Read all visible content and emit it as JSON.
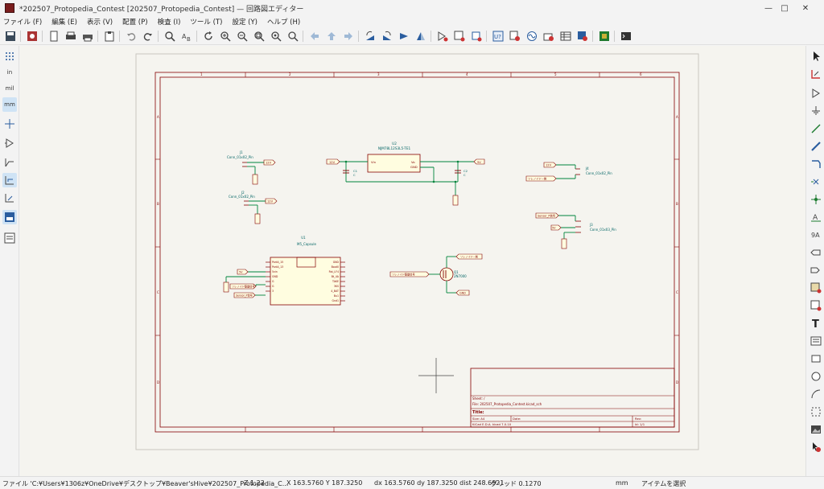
{
  "window": {
    "title": "*202507_Protopedia_Contest [202507_Protopedia_Contest] — 回路図エディター",
    "minimize": "—",
    "maximize": "□",
    "close": "✕"
  },
  "menu": [
    "ファイル (F)",
    "編集 (E)",
    "表示 (V)",
    "配置 (P)",
    "検査 (I)",
    "ツール (T)",
    "設定 (Y)",
    "ヘルプ (H)"
  ],
  "left_toolbar": {
    "in_label": "in",
    "mil_label": "mil",
    "mm_label": "mm"
  },
  "right_toolbar": {
    "text_tool": "T",
    "label_tool": "A"
  },
  "schematic": {
    "border_rows": [
      "A",
      "B",
      "C",
      "D"
    ],
    "border_cols": [
      "1",
      "2",
      "3",
      "4",
      "5",
      "6"
    ],
    "u2": {
      "ref": "U2",
      "value": "NJM78L12S3L5-TE1",
      "pin_vin": "Vin",
      "pin_vo": "Vo",
      "pin_gnd": "GND"
    },
    "u1": {
      "ref": "U1",
      "value": "M5_Capsule",
      "left_pins": [
        "PortA_15",
        "PortA_13",
        "5vin",
        "GND",
        "G",
        "G",
        "3"
      ],
      "right_pins": [
        "GND",
        "Boot0",
        "Rst_LF4",
        "Bt_4A",
        "TAKE",
        "3KS",
        "4_BAT",
        "Bu1",
        "Gnd1"
      ]
    },
    "j1": {
      "ref": "J1",
      "value": "Conn_01x02_Pin"
    },
    "j2": {
      "ref": "J2",
      "value": "Conn_01x02_Pin"
    },
    "j3": {
      "ref": "J3",
      "value": "Conn_01x03_Pin"
    },
    "j4": {
      "ref": "J4",
      "value": "Conn_01x02_Pin"
    },
    "q1": {
      "ref": "Q1",
      "value": "2N7000"
    },
    "c1": {
      "ref": "C1",
      "value": "C"
    },
    "c2": {
      "ref": "C2",
      "value": "C"
    },
    "labels": {
      "p12v_a": "12V",
      "p12v_b": "12V",
      "p12v_c": "12V",
      "p12v_d": "12V",
      "p5v_a": "5V",
      "p5v_b": "5V",
      "p5v_c": "5V",
      "gnd": "GND",
      "solenoid_ctl": "ソレノイド駆動信号",
      "solenoid_out": "ソレノイド−側",
      "solenoid_minus": "ソレノイド−側",
      "sensor_sig": "Sensor_P信号",
      "sensor_sig2": "Sensor_P信号",
      "solenoid_ctl2": "ソレノイド駆動信号"
    },
    "title_block": {
      "sheet": "Sheet: /",
      "file": "File: 202507_Protopedia_Contest.kicad_sch",
      "title": "Title:",
      "size": "Size: A4",
      "date": "Date:",
      "rev": "Rev:",
      "kicad": "KiCad E.D.A.  kicad 7.0.10",
      "id": "Id: 1/1"
    }
  },
  "status": {
    "file": "ファイル 'C:¥Users¥1306z¥OneDrive¥デスクトップ¥Beaver'sHive¥202507_Protopedia_C...",
    "zoom": "Z 1.22",
    "coords": "X 163.5760  Y 187.3250",
    "delta": "dx 163.5760  dy 187.3250  dist 248.6921",
    "grid": "グリッド 0.1270",
    "units": "mm",
    "mode": "アイテムを選択"
  },
  "colors": {
    "wire": "#00843c",
    "symbol": "#840000",
    "label_text": "#006464",
    "frame": "#840000",
    "canvas": "#f5f4ef"
  }
}
